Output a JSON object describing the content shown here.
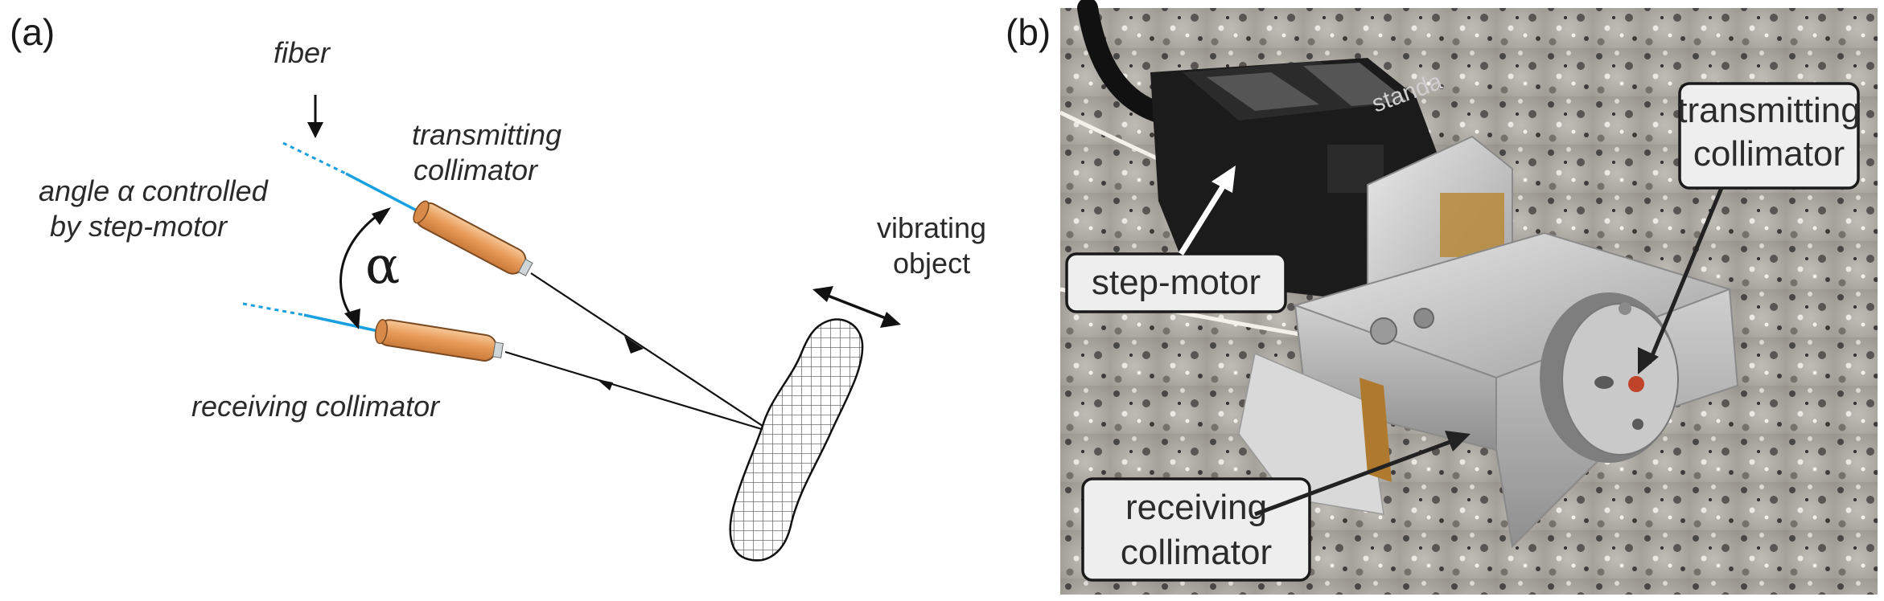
{
  "panel_a": {
    "label": "(a)",
    "fiber_label": "fiber",
    "angle_label_line1": "angle α controlled",
    "angle_label_line2": "by step-motor",
    "alpha_symbol": "α",
    "transmitting_line1": "transmitting",
    "transmitting_line2": "collimator",
    "receiving_label": "receiving collimator",
    "vibrating_line1": "vibrating",
    "vibrating_line2": "object"
  },
  "panel_b": {
    "label": "(b)",
    "callout_transmitting_line1": "transmitting",
    "callout_transmitting_line2": "collimator",
    "callout_step_motor": "step-motor",
    "callout_receiving_line1": "receiving",
    "callout_receiving_line2": "collimator",
    "motor_brand": "standa"
  },
  "colors": {
    "fiber_blue": "#1aa0e0",
    "collimator_orange": "#e8a060",
    "callout_fill": "#eeeeee",
    "arrow_white": "#ffffff",
    "arrow_dark": "#222222"
  }
}
